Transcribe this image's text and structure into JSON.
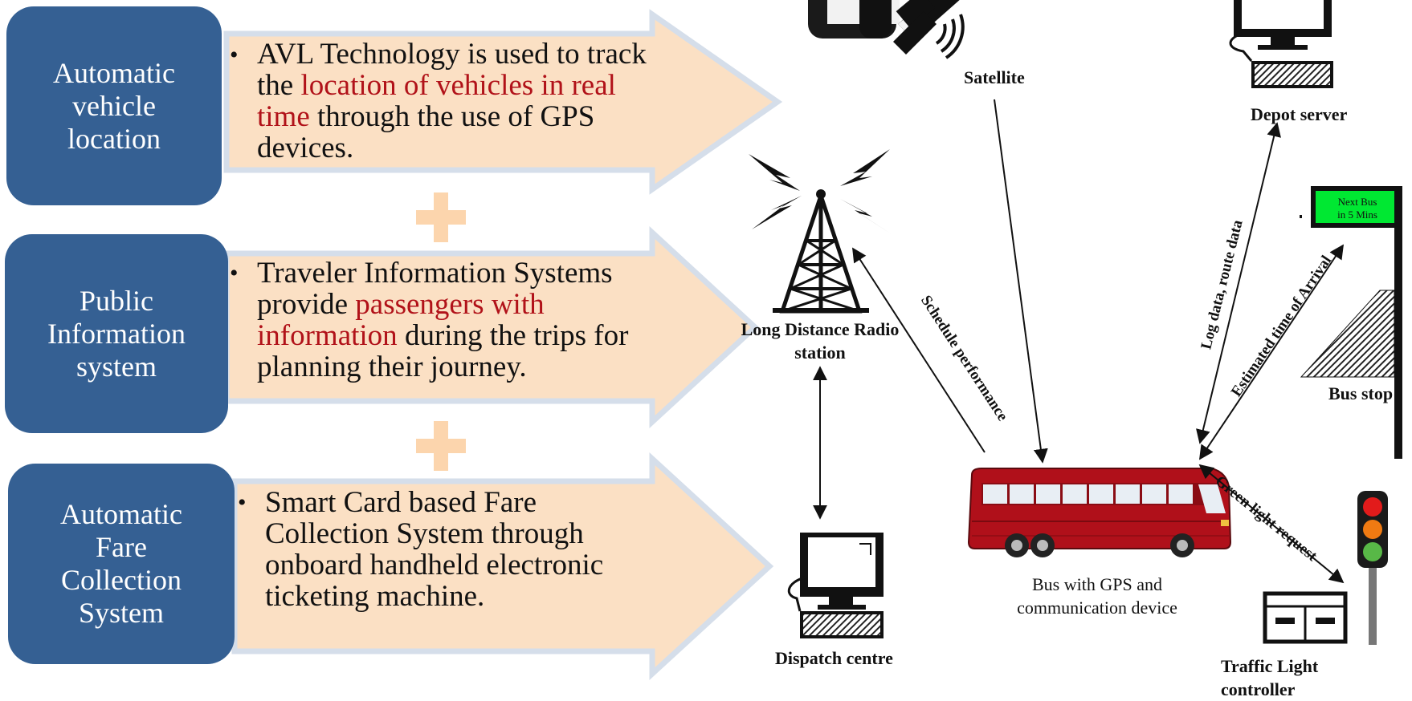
{
  "left_panel": {
    "rows": [
      {
        "category": [
          "Automatic",
          "vehicle",
          "location"
        ],
        "description_lines": [
          [
            {
              "t": "AVL Technology is used to track",
              "h": false
            }
          ],
          [
            {
              "t": "the ",
              "h": false
            },
            {
              "t": "location of vehicles in real",
              "h": true
            }
          ],
          [
            {
              "t": "time",
              "h": true
            },
            {
              "t": " through the use of GPS",
              "h": false
            }
          ],
          [
            {
              "t": "devices.",
              "h": false
            }
          ]
        ]
      },
      {
        "category": [
          "Public",
          "Information",
          "system"
        ],
        "description_lines": [
          [
            {
              "t": "Traveler Information Systems",
              "h": false
            }
          ],
          [
            {
              "t": "provide ",
              "h": false
            },
            {
              "t": "passengers  with",
              "h": true
            }
          ],
          [
            {
              "t": "information",
              "h": true
            },
            {
              "t": " during the trips for",
              "h": false
            }
          ],
          [
            {
              "t": "planning their journey.",
              "h": false
            }
          ]
        ]
      },
      {
        "category": [
          "Automatic",
          "Fare",
          "Collection",
          "System"
        ],
        "description_lines": [
          [
            {
              "t": "Smart Card based Fare",
              "h": false
            }
          ],
          [
            {
              "t": "Collection System through",
              "h": false
            }
          ],
          [
            {
              "t": "onboard handheld electronic",
              "h": false
            }
          ],
          [
            {
              "t": "ticketing machine.",
              "h": false
            }
          ]
        ]
      }
    ],
    "bullet": "•",
    "colors": {
      "box": "#356093",
      "arrow_fill": "#fbe0c4",
      "arrow_border": "#d5deea",
      "highlight": "#b11219",
      "plus": "#fcd5ad"
    }
  },
  "diagram": {
    "nodes": {
      "satellite": "Satellite",
      "depot_server": "Depot server",
      "radio_station": [
        "Long Distance Radio",
        "station"
      ],
      "bus_stop": "Bus stop",
      "dispatch_centre": "Dispatch centre",
      "bus": [
        "Bus with GPS and",
        "communication device"
      ],
      "traffic_light": [
        "Traffic Light",
        "controller"
      ]
    },
    "sign_text": [
      "Next Bus",
      "in 5 Mins"
    ],
    "edge_labels": {
      "schedule": "Schedule performance",
      "log_data": "Log data, route data",
      "eta": "Estimated time of Arrival",
      "green_light": "Green light request"
    },
    "icons": [
      "satellite-icon",
      "radio-tower-icon",
      "computer-icon",
      "bus-icon",
      "bus-stop-sign-icon",
      "traffic-light-icon",
      "controller-box-icon"
    ],
    "colors": {
      "bus": "#b0101a",
      "sign": "#00e832",
      "traffic_red": "#e21b1b",
      "traffic_orange": "#f07a12",
      "traffic_green": "#58b847"
    }
  }
}
